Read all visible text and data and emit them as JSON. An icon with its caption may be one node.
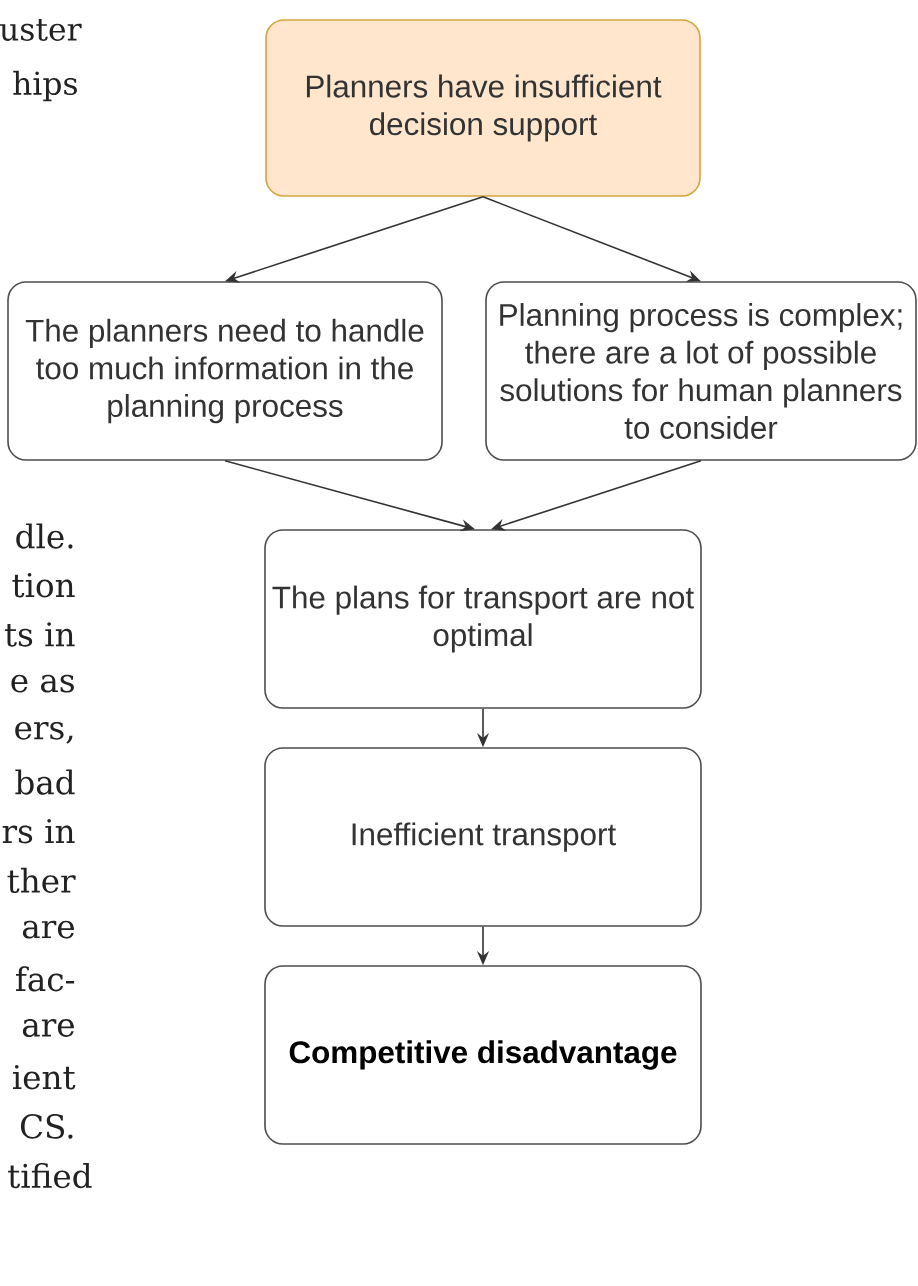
{
  "diagram": {
    "nodes": [
      {
        "text": [
          "Planners have insufficient decision support"
        ]
      },
      {
        "text": [
          "The planners need to handle too much information in the planning process"
        ]
      },
      {
        "text": [
          "Planning process is complex; there are a lot of possible solutions for human planners to consider"
        ]
      },
      {
        "text": [
          "The plans for transport are not optimal"
        ]
      },
      {
        "text": [
          "Inefficient transport"
        ]
      },
      {
        "text": [
          "Competitive disadvantage"
        ]
      }
    ],
    "edges": [
      {
        "from": 0,
        "to": 1,
        "arrow": "to"
      },
      {
        "from": 0,
        "to": 2,
        "arrow": "to"
      },
      {
        "from": 1,
        "to": 3,
        "arrow": "to"
      },
      {
        "from": 2,
        "to": 3,
        "arrow": "to"
      },
      {
        "from": 3,
        "to": 4,
        "arrow": "to"
      },
      {
        "from": 4,
        "to": 5,
        "arrow": "to"
      }
    ],
    "labels": [
      "uster",
      "hips",
      "dle.",
      "tion",
      "ts in",
      "e as",
      "ers,",
      "bad",
      "rs in",
      "ther",
      "are",
      "fac-",
      "are",
      "ient",
      "CS.",
      "tified"
    ]
  }
}
